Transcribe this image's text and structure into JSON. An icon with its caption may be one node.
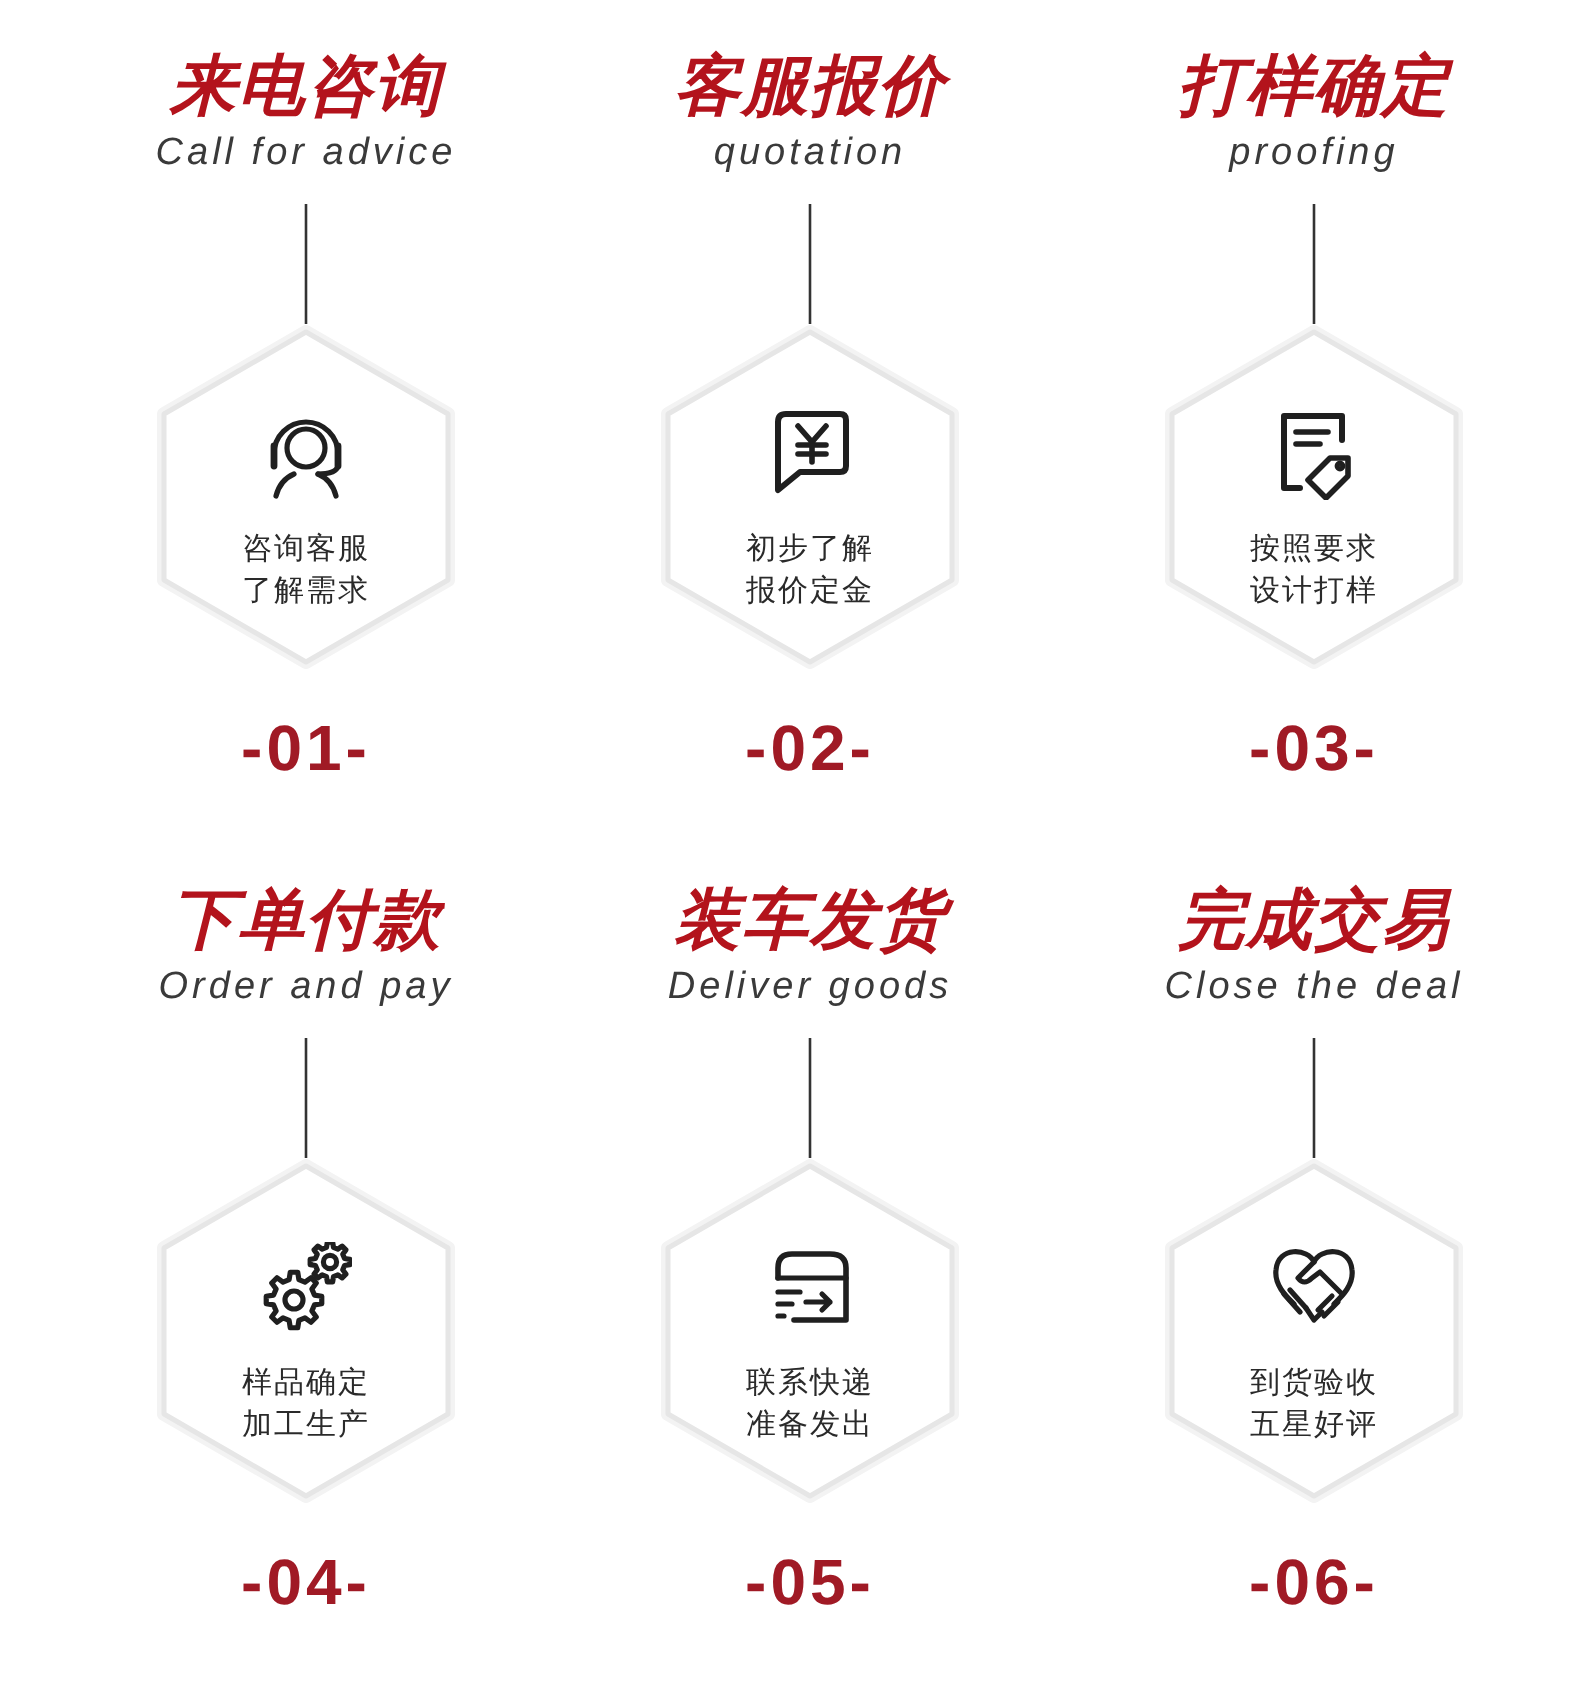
{
  "diagram": {
    "nodes": [
      {
        "text": [
          "来电咨询",
          "Call for advice"
        ]
      },
      {
        "text": [
          "客服报价",
          "quotation"
        ]
      },
      {
        "text": [
          "打样确定",
          "proofing"
        ]
      },
      {
        "text": [
          "咨询客服了解需求"
        ],
        "beside": [
          "-01-"
        ]
      },
      {
        "text": [
          "初步了解报价定金"
        ],
        "beside": [
          "-02-"
        ]
      },
      {
        "text": [
          "按照要求设计打样"
        ],
        "beside": [
          "-03-"
        ]
      },
      {
        "text": [
          "下单付款",
          "Order and pay"
        ]
      },
      {
        "text": [
          "装车发货",
          "Deliver goods"
        ]
      },
      {
        "text": [
          "完成交易",
          "Close the deal"
        ]
      },
      {
        "text": [
          "样品确定加工生产"
        ],
        "beside": [
          "-04-"
        ]
      },
      {
        "text": [
          "联系快递准备发出"
        ],
        "beside": [
          "-05-"
        ]
      },
      {
        "text": [
          "到货验收五星好评"
        ],
        "beside": [
          "-06-"
        ]
      }
    ],
    "edges": [
      {
        "from": 0,
        "to": 3,
        "arrow": "none"
      },
      {
        "from": 1,
        "to": 4,
        "arrow": "none"
      },
      {
        "from": 2,
        "to": 5,
        "arrow": "none"
      },
      {
        "from": 6,
        "to": 9,
        "arrow": "none"
      },
      {
        "from": 7,
        "to": 10,
        "arrow": "none"
      },
      {
        "from": 8,
        "to": 11,
        "arrow": "none"
      }
    ]
  }
}
